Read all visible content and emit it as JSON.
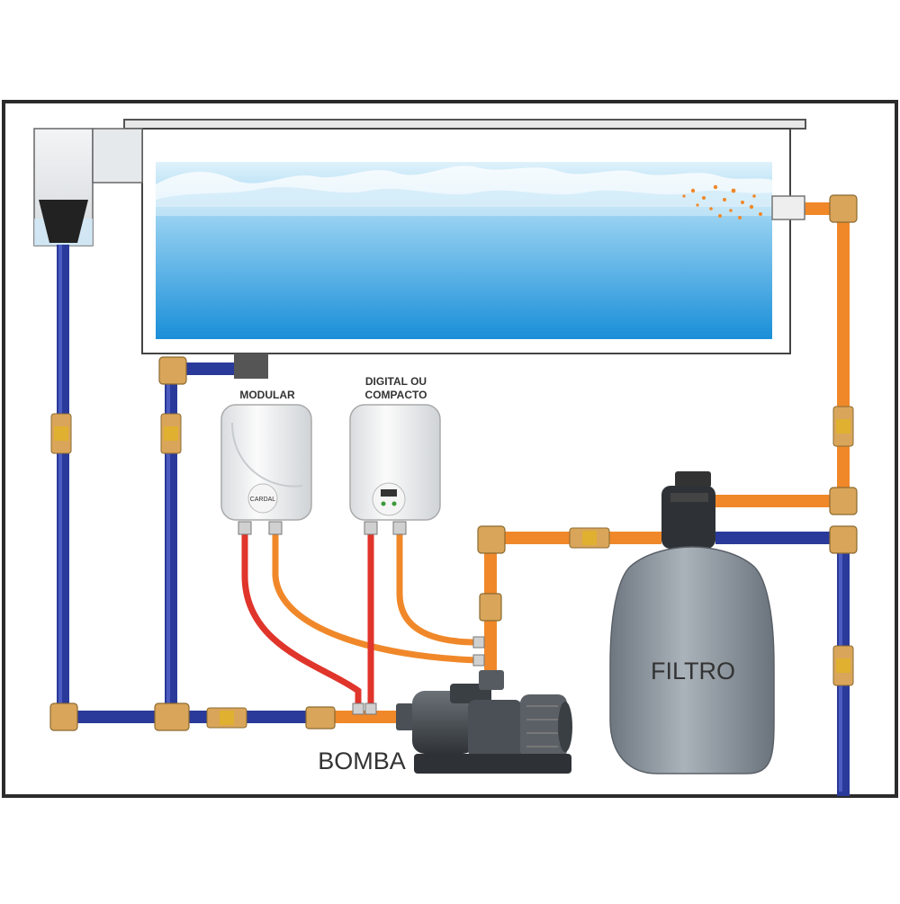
{
  "labels": {
    "modular": "MODULAR",
    "digital_line1": "DIGITAL OU",
    "digital_line2": "COMPACTO",
    "bomba": "BOMBA",
    "filtro": "FILTRO",
    "brand": "CARDAL"
  },
  "colors": {
    "frame": "#2b2b2b",
    "pool_water_top": "#ffffff",
    "pool_water_bottom": "#1a8fd8",
    "pool_wall": "#ffffff",
    "pipe_cold": "#2a3a9a",
    "pipe_hot": "#f0882a",
    "hose_red": "#e0352b",
    "hose_orange": "#f0882a",
    "fitting_brass": "#d9a55a",
    "valve_gold": "#e0b030",
    "filter_body": "#8a929c",
    "pump_body": "#4a5056",
    "heater_body": "#f2f2f2",
    "label_text": "#333333"
  },
  "components": {
    "pool": "pool-tank",
    "skimmer": "skimmer-box",
    "return_nozzle": "return-inlet",
    "heater_modular": "heater-icon",
    "heater_digital": "heater-icon",
    "pump": "pump-icon",
    "filter": "sand-filter-icon",
    "valves": "ball-valve-icon"
  }
}
